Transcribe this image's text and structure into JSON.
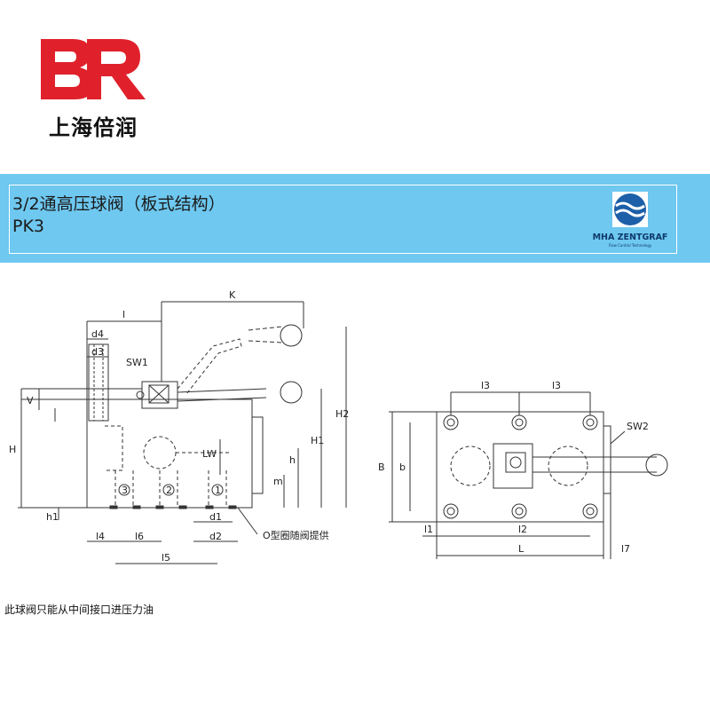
{
  "logo": {
    "text": "上海倍润",
    "color": "#e0212b"
  },
  "banner": {
    "title": "3/2通高压球阀（板式结构）",
    "model": "PK3",
    "brand_name": "MHA ZENTGRAF",
    "brand_tagline": "Flow Control Technology",
    "color": "#6ec8f0"
  },
  "drawing": {
    "labels": {
      "K": "K",
      "l": "l",
      "d4": "d4",
      "d3": "d3",
      "SW1": "SW1",
      "V": "V",
      "H": "H",
      "h1": "h1",
      "LW": "LW",
      "m": "m",
      "h": "h",
      "H1": "H1",
      "H2": "H2",
      "l4": "l4",
      "l6": "l6",
      "l5": "l5",
      "d1": "d1",
      "d2": "d2",
      "port1": "1",
      "port2": "2",
      "port3": "3",
      "oring_note": "O型圈随阀提供",
      "l3a": "l3",
      "l3b": "l3",
      "SW2": "SW2",
      "B": "B",
      "b": "b",
      "l1": "l1",
      "l2": "l2",
      "L": "L",
      "l7": "l7"
    }
  },
  "note": "此球阀只能从中间接口进压力油"
}
